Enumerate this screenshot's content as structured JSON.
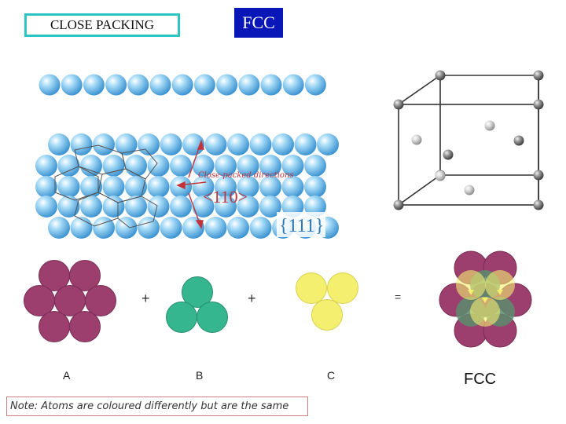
{
  "header": {
    "title": "CLOSE PACKING",
    "badge": "FCC"
  },
  "planes": {
    "direction_caption": "Close-packed directions",
    "direction_index": "<110>",
    "plane_index": "{111}"
  },
  "layers": {
    "a": {
      "label": "A",
      "color": "#9c3f6e"
    },
    "b": {
      "label": "B",
      "color": "#35b68f"
    },
    "c": {
      "label": "C",
      "color": "#f5ef6f"
    },
    "plus_1": "+",
    "plus_2": "+",
    "equals": "="
  },
  "result_label": "FCC",
  "note": "Note: Atoms are coloured differently but are the same",
  "colors": {
    "sphere": "#79c3ef",
    "box_border": "#2ec4c4",
    "badge_bg": "#0a17b8"
  }
}
